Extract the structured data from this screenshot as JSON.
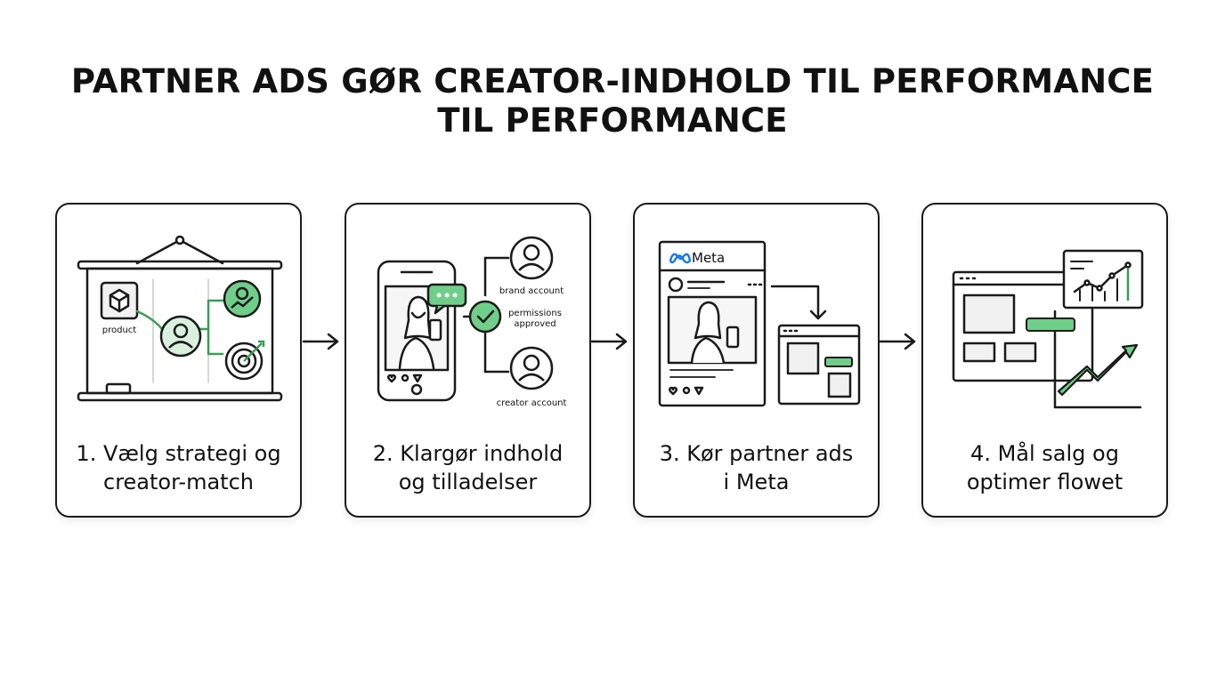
{
  "title": {
    "line1": "PARTNER ADS GØR CREATOR-INDHOLD TIL PERFORMANCE",
    "line2": "TIL PERFORMANCE"
  },
  "accent_color": "#5cc27a",
  "steps": [
    {
      "line1": "1. Vælg strategi og",
      "line2": "creator-match",
      "labels": {
        "product": "product"
      }
    },
    {
      "line1": "2. Klargør indhold",
      "line2": "og tilladelser",
      "labels": {
        "brand": "brand account",
        "perm1": "permissions",
        "perm2": "approved",
        "creator": "creator account"
      }
    },
    {
      "line1": "3. Kør partner ads",
      "line2": "i Meta",
      "labels": {
        "meta": "Meta"
      }
    },
    {
      "line1": "4. Mål salg og",
      "line2": "optimer flowet"
    }
  ]
}
